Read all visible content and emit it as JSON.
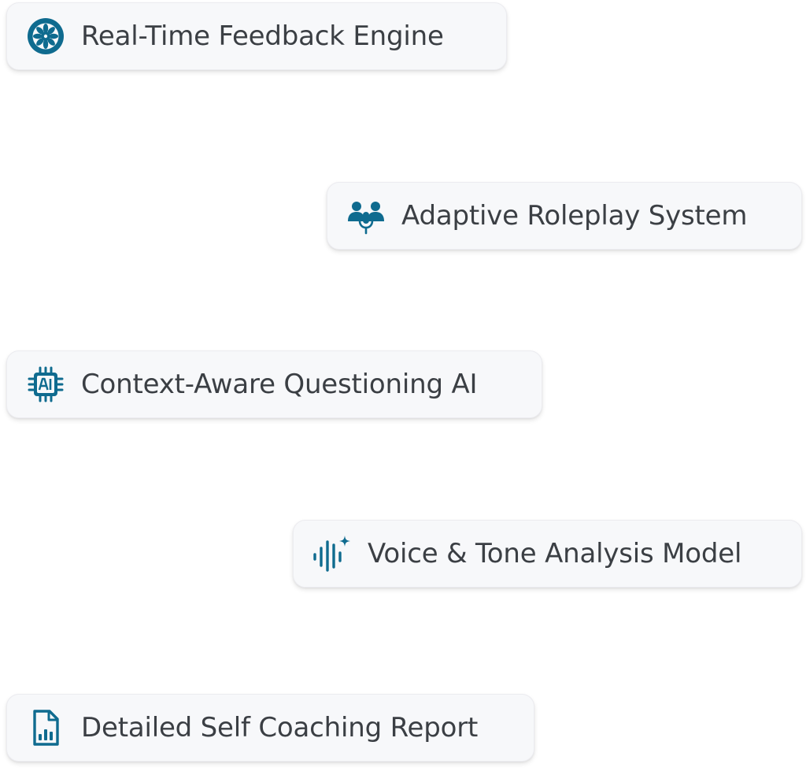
{
  "accent_color": "#0f6b8f",
  "features": [
    {
      "icon": "aperture-icon",
      "label": "Real-Time Feedback Engine"
    },
    {
      "icon": "people-microphone-icon",
      "label": "Adaptive Roleplay System"
    },
    {
      "icon": "ai-chip-icon",
      "label": "Context-Aware Questioning AI"
    },
    {
      "icon": "sound-wave-sparkle-icon",
      "label": "Voice & Tone Analysis Model"
    },
    {
      "icon": "document-chart-icon",
      "label": "Detailed Self Coaching Report"
    }
  ]
}
